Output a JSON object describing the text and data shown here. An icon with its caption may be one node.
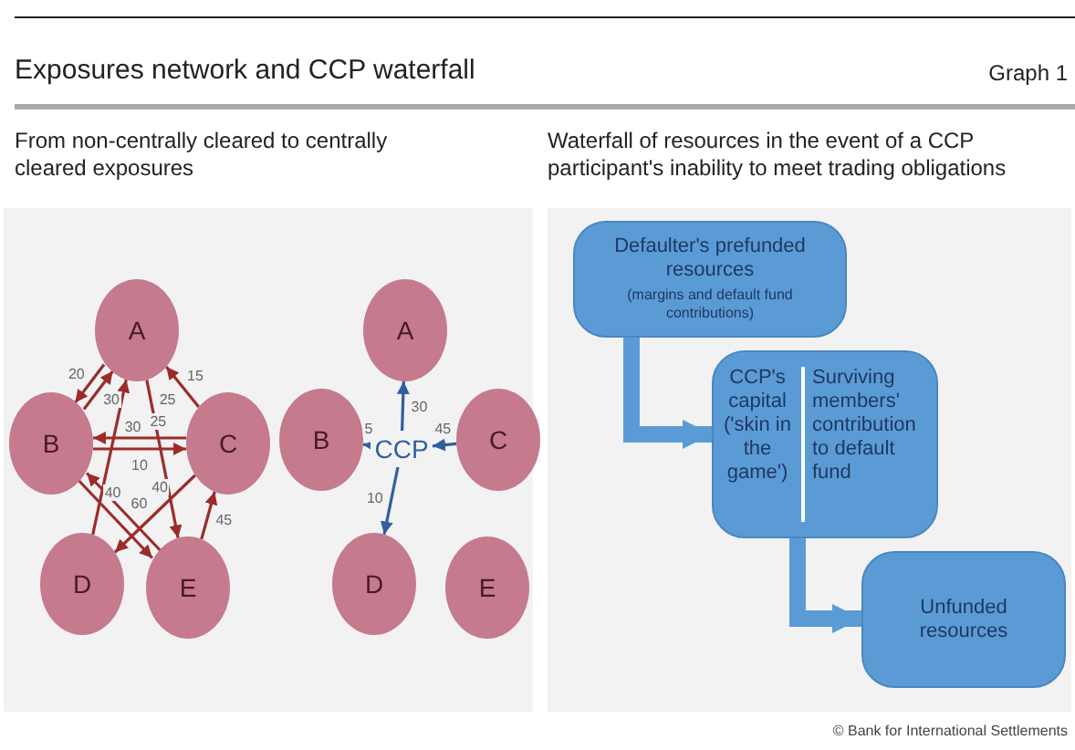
{
  "diagram": {
    "title": "Exposures network and CCP waterfall",
    "nodes": [
      {
        "text": [
          "A"
        ]
      },
      {
        "text": [
          "B"
        ]
      },
      {
        "text": [
          "C"
        ]
      },
      {
        "text": [
          "D"
        ]
      },
      {
        "text": [
          "E"
        ]
      },
      {
        "text": [
          "A"
        ]
      },
      {
        "text": [
          "B"
        ]
      },
      {
        "text": [
          "CCP"
        ]
      },
      {
        "text": [
          "C"
        ]
      },
      {
        "text": [
          "D"
        ]
      },
      {
        "text": [
          "E"
        ]
      },
      {
        "text": [
          "Defaulter's prefunded resources",
          "(margins and default fund contributions)"
        ]
      },
      {
        "text": [
          "CCP's capital ('skin in the game')",
          "Surviving members' contribution to default fund"
        ]
      },
      {
        "text": [
          "Unfunded resources"
        ]
      }
    ],
    "edges": [
      {
        "from": 1,
        "to": 0,
        "arrow": "to",
        "label": "30"
      },
      {
        "from": 0,
        "to": 1,
        "arrow": "to",
        "label": "20"
      },
      {
        "from": 2,
        "to": 0,
        "arrow": "to",
        "label": "15"
      },
      {
        "from": 0,
        "to": 4,
        "arrow": "to",
        "label": "25"
      },
      {
        "from": 3,
        "to": 0,
        "arrow": "to",
        "label": "30"
      },
      {
        "from": 2,
        "to": 1,
        "arrow": "to",
        "label": "25"
      },
      {
        "from": 1,
        "to": 2,
        "arrow": "to",
        "label": "10"
      },
      {
        "from": 4,
        "to": 1,
        "arrow": "to",
        "label": "60"
      },
      {
        "from": 1,
        "to": 4,
        "arrow": "to",
        "label": "40"
      },
      {
        "from": 2,
        "to": 3,
        "arrow": "to",
        "label": "40"
      },
      {
        "from": 4,
        "to": 2,
        "arrow": "to",
        "label": "45"
      },
      {
        "from": 7,
        "to": 5,
        "arrow": "to",
        "label": "30",
        "color": "#2f5f9e"
      },
      {
        "from": 7,
        "to": 6,
        "arrow": "to",
        "label": "5",
        "color": "#2f5f9e"
      },
      {
        "from": 8,
        "to": 7,
        "arrow": "to",
        "label": "45",
        "color": "#2f5f9e"
      },
      {
        "from": 7,
        "to": 9,
        "arrow": "to",
        "label": "10",
        "color": "#2f5f9e"
      },
      {
        "from": 11,
        "to": 12,
        "arrow": "to",
        "style": "thick",
        "color": "#5b9bd5"
      },
      {
        "from": 12,
        "to": 13,
        "arrow": "to",
        "style": "thick",
        "color": "#5b9bd5"
      }
    ],
    "labels": [
      "Graph 1",
      "From non-centrally cleared to centrally cleared exposures",
      "Waterfall of resources in the event of a CCP participant's inability to meet trading obligations",
      "© Bank for International Settlements"
    ]
  }
}
